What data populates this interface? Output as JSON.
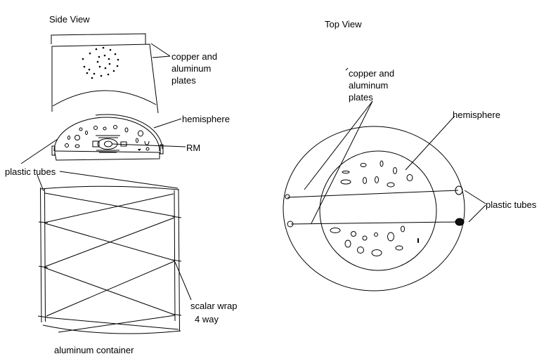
{
  "side_view": {
    "title": "Side View",
    "plates": [
      "copper and",
      "aluminum",
      "plates"
    ],
    "hemisphere": "hemisphere",
    "rm": "RM",
    "plastic_tubes": "plastic tubes",
    "scalar_wrap_line1": "scalar wrap",
    "scalar_wrap_line2": "4 way",
    "container": "aluminum container"
  },
  "top_view": {
    "title": "Top View",
    "plates": [
      "copper and",
      "aluminum",
      "plates"
    ],
    "hemisphere": "hemisphere",
    "plastic_tubes": "plastic tubes"
  },
  "colors": {
    "ink": "#000000",
    "background": "#ffffff"
  }
}
